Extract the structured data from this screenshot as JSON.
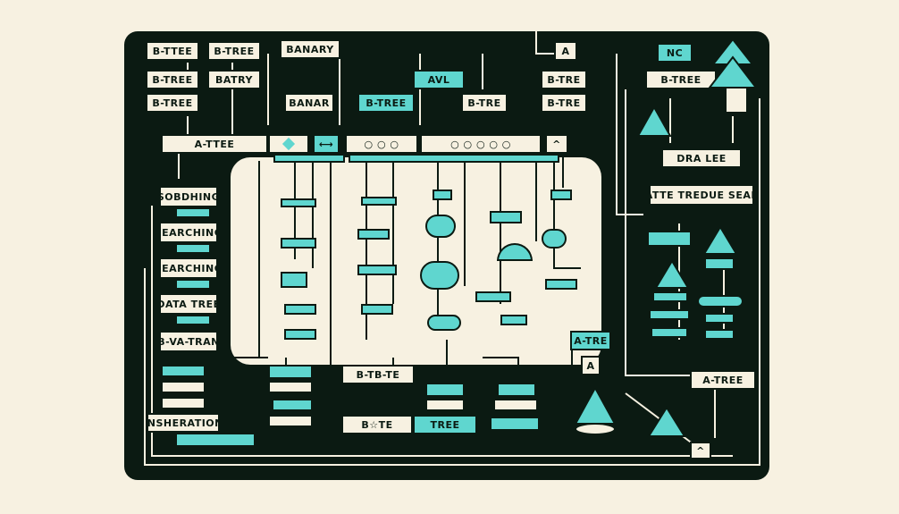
{
  "colors": {
    "background": "#f7f1e1",
    "panel": "#0b1a12",
    "accent": "#5fd6cf",
    "ink": "#0b1a12"
  },
  "labels": {
    "top_row": [
      "B-TTEE",
      "B-TREE",
      "BANARY"
    ],
    "top_row2": [
      "B-TREE",
      "BATRY"
    ],
    "top_row3": [
      "B-TREE",
      "BANAR",
      "B-TREE",
      "AVL",
      "B-TRE",
      "B-TRE"
    ],
    "top_a": "A",
    "top_a_tre": "A-TRE",
    "mid_bar": "A-TTEE",
    "right_nc": "NC",
    "right_btree": "B-TREE",
    "right_dra_lee": "DRA LEE",
    "right_datte": "DATTE TREDUE SEARC",
    "right_atree": "A-TREE",
    "left_col": [
      "SOBDHING",
      "SEARCHING",
      "SEARCHING",
      "DATA TREE",
      "B-VA-TRAN"
    ],
    "left_bottom": "INSHERATION",
    "bottom_btbte": "B-TB-TE",
    "bottom_bte": "B☆TE",
    "bottom_tree": "TREE",
    "mid_atre": "A-TRE",
    "mid_a": "A"
  }
}
